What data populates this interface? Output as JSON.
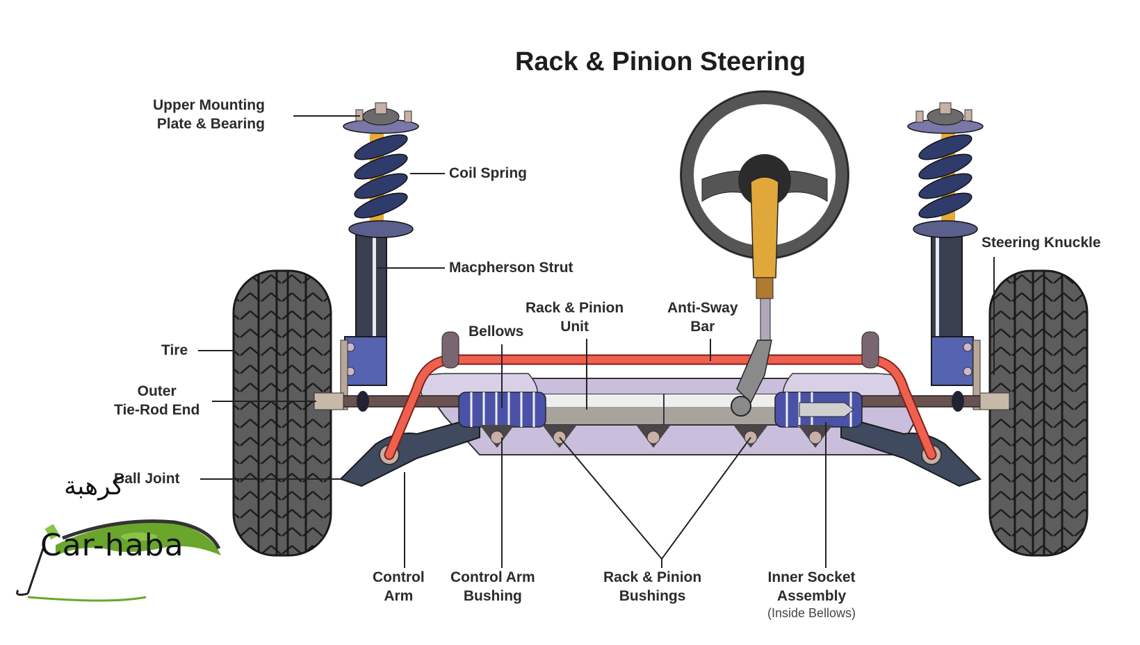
{
  "diagram": {
    "title": "Rack & Pinion Steering",
    "labels": {
      "upper_mounting": [
        "Upper Mounting",
        "Plate & Bearing"
      ],
      "coil_spring": "Coil Spring",
      "macpherson_strut": "Macpherson Strut",
      "tire": "Tire",
      "outer_tie_rod": [
        "Outer",
        "Tie-Rod End"
      ],
      "ball_joint": "Ball Joint",
      "bellows": "Bellows",
      "rack_pinion_unit": [
        "Rack & Pinion",
        "Unit"
      ],
      "anti_sway_bar": [
        "Anti-Sway",
        "Bar"
      ],
      "steering_knuckle": "Steering Knuckle",
      "control_arm": [
        "Control",
        "Arm"
      ],
      "control_arm_bushing": [
        "Control Arm",
        "Bushing"
      ],
      "rack_pinion_bushings": [
        "Rack & Pinion",
        "Bushings"
      ],
      "inner_socket": [
        "Inner Socket",
        "Assembly"
      ],
      "inner_socket_note": "(Inside Bellows)"
    },
    "colors": {
      "tire": "#5a5a5a",
      "strut": "#3a3f5c",
      "spring": "#2f3b6b",
      "bellows": "#4a52a8",
      "anti_sway_bar": "#f0604e",
      "subframe": "#c9bfdc",
      "rack": "#a9a39e",
      "steering_wheel": "#555555",
      "column": "#e0a83a",
      "logo_green": "#6aa62c"
    }
  },
  "logo": {
    "arabic": "كرهبة",
    "latin": "Car-haba"
  }
}
